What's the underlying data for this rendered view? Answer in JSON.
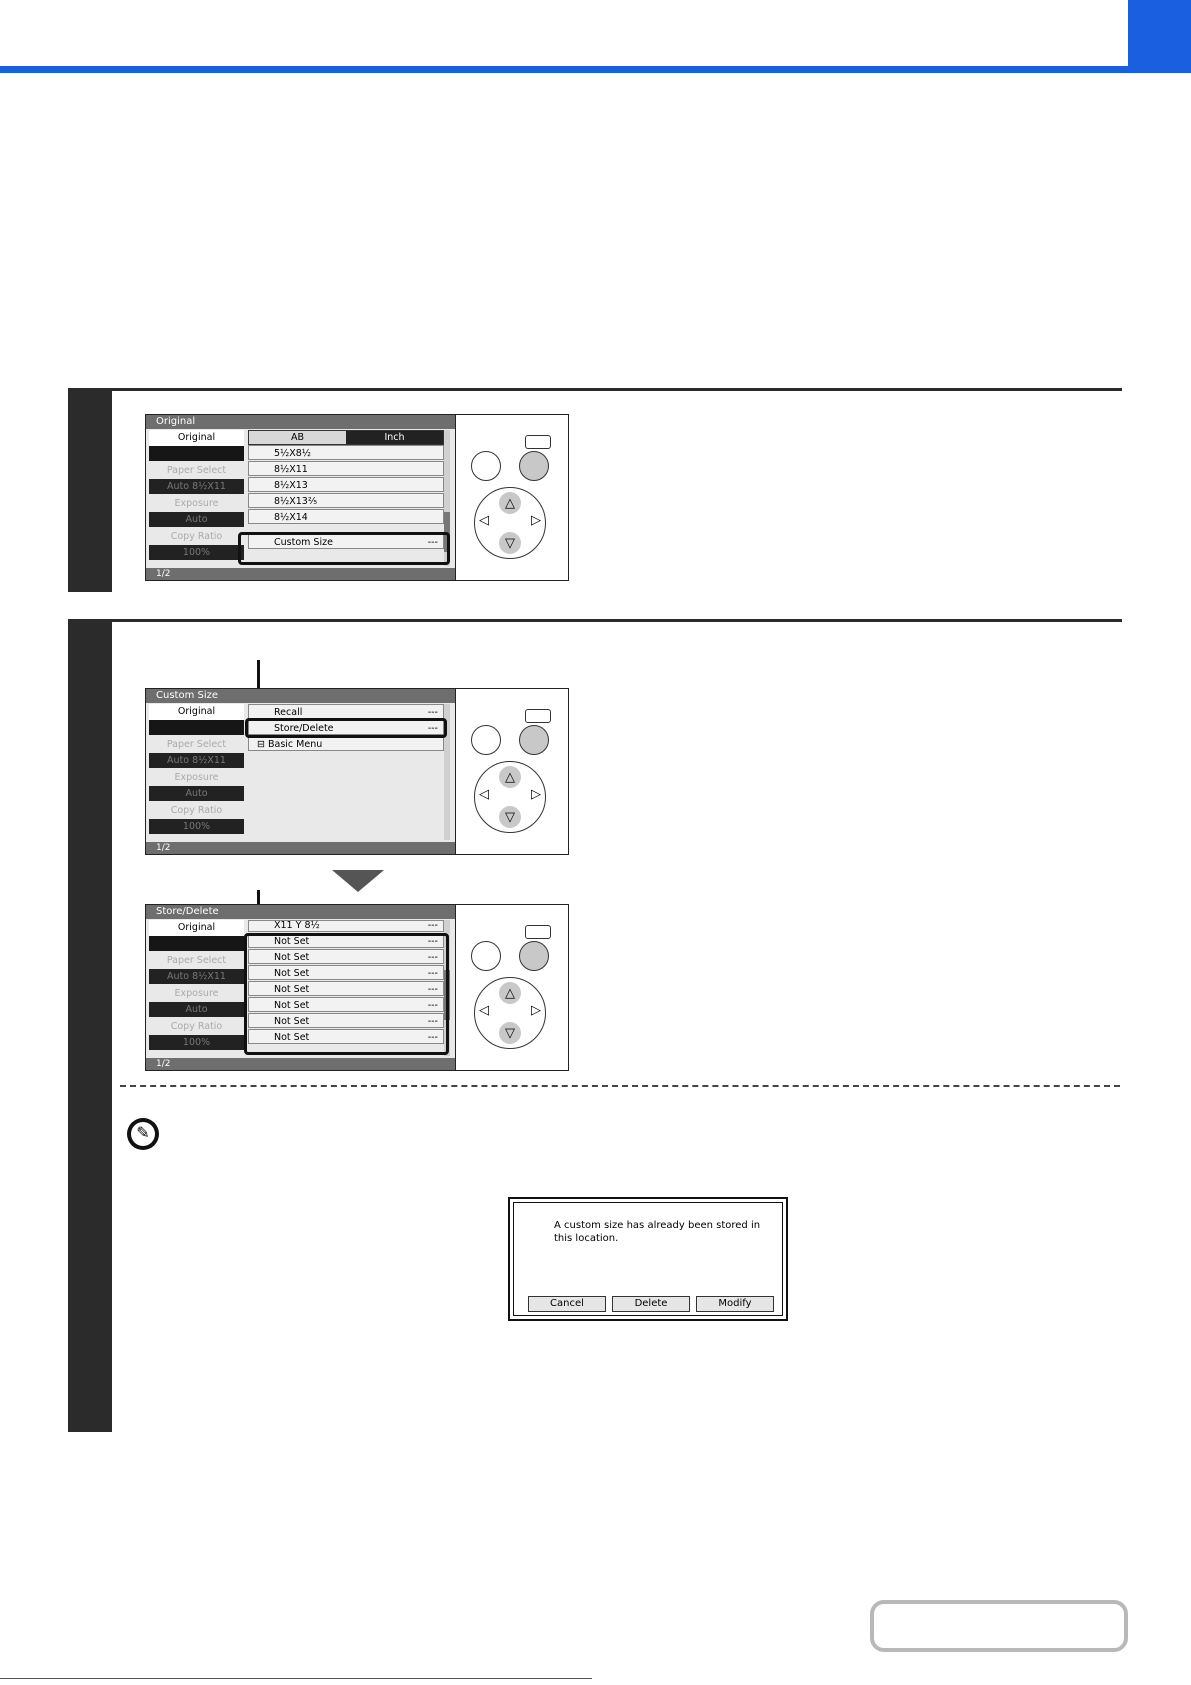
{
  "panels": {
    "original": {
      "title": "Original",
      "left": {
        "original": "Original",
        "paper_select": "Paper Select",
        "paper_value": "Auto    8½X11",
        "exposure": "Exposure",
        "exposure_value": "Auto",
        "copy_ratio": "Copy Ratio",
        "copy_ratio_value": "100%"
      },
      "ab_label": "AB",
      "inch_label": "Inch",
      "rows": [
        "5½X8½",
        "8½X11",
        "8½X13",
        "8½X13⅖",
        "8½X14"
      ],
      "custom_size": "Custom Size",
      "dots": "---",
      "page": "1/2"
    },
    "custom": {
      "title": "Custom Size",
      "left": {
        "original": "Original",
        "paper_select": "Paper Select",
        "paper_value": "Auto    8½X11",
        "exposure": "Exposure",
        "exposure_value": "Auto",
        "copy_ratio": "Copy Ratio",
        "copy_ratio_value": "100%"
      },
      "rows": [
        "Recall",
        "Store/Delete",
        "Basic Menu"
      ],
      "dots": "---",
      "page": "1/2"
    },
    "store": {
      "title": "Store/Delete",
      "left": {
        "original": "Original",
        "paper_select": "Paper Select",
        "paper_value": "Auto    8½X11",
        "exposure": "Exposure",
        "exposure_value": "Auto",
        "copy_ratio": "Copy Ratio",
        "copy_ratio_value": "100%"
      },
      "first_row": "X11  Y 8½",
      "rows": [
        "Not Set",
        "Not Set",
        "Not Set",
        "Not Set",
        "Not Set",
        "Not Set",
        "Not Set"
      ],
      "dots": "---",
      "page": "1/2"
    }
  },
  "keys": {
    "up": "△",
    "down": "▽",
    "left": "◁",
    "right": "▷"
  },
  "dialog": {
    "message": "A custom size has already been stored in this location.",
    "cancel": "Cancel",
    "delete": "Delete",
    "modify": "Modify"
  },
  "colors": {
    "accent": "#1a5fe0",
    "step_bar": "#2b2b2b"
  }
}
